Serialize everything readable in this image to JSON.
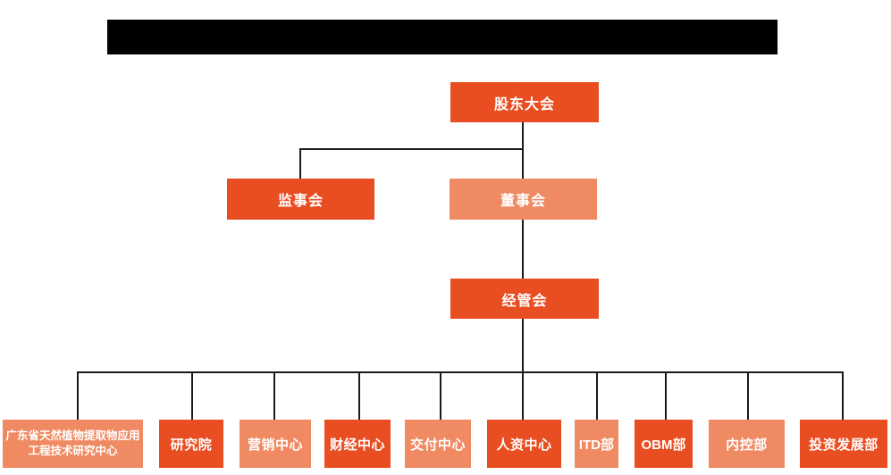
{
  "diagram": {
    "type": "org-chart",
    "colors": {
      "primary_box": "#E84E22",
      "secondary_box": "#EF8A62",
      "connector_line": "#1A1A1A",
      "box_text": "#FFFFFF",
      "redacted_bar": "#000000"
    },
    "nodes": {
      "shareholders_meeting": "股东大会",
      "supervisory_board": "监事会",
      "board_of_directors": "董事会",
      "management_committee": "经管会"
    },
    "departments": [
      {
        "label": "广东省天然植物提取物应用工程技术研究中心",
        "variant": "light"
      },
      {
        "label": "研究院",
        "variant": "dark"
      },
      {
        "label": "营销中心",
        "variant": "light"
      },
      {
        "label": "财经中心",
        "variant": "dark"
      },
      {
        "label": "交付中心",
        "variant": "light"
      },
      {
        "label": "人资中心",
        "variant": "dark"
      },
      {
        "label": "ITD部",
        "variant": "light"
      },
      {
        "label": "OBM部",
        "variant": "dark"
      },
      {
        "label": "内控部",
        "variant": "light"
      },
      {
        "label": "投资发展部",
        "variant": "dark"
      }
    ]
  }
}
